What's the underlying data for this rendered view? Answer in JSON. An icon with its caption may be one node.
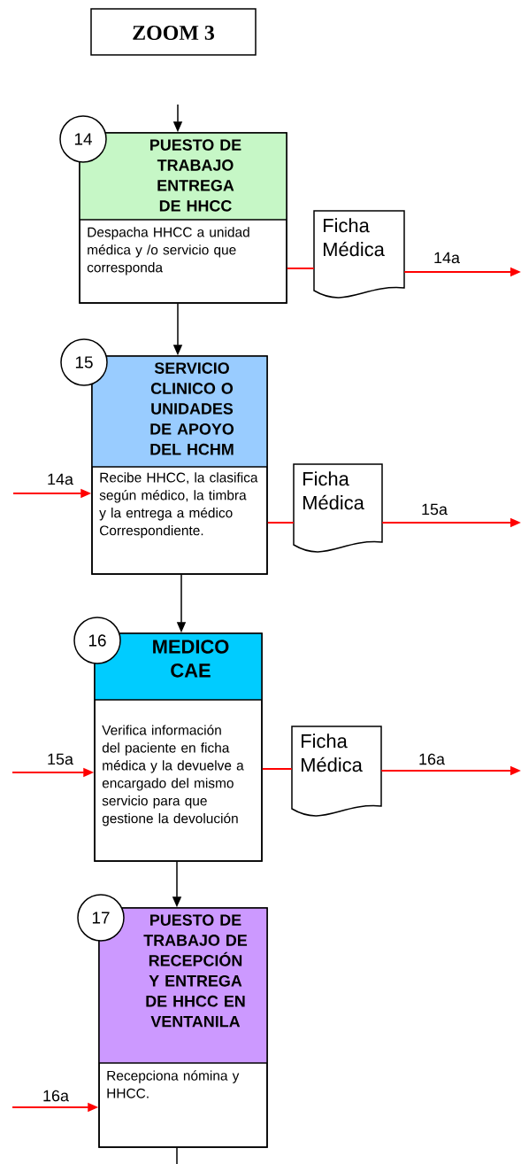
{
  "diagram": {
    "title": "ZOOM 3",
    "nodes": [
      {
        "text": [
          "14"
        ]
      },
      {
        "text": [
          "PUESTO DE TRABAJO ENTREGA DE HHCC",
          "Despacha HHCC a unidad médica y /o servicio que corresponda"
        ]
      },
      {
        "text": [
          "Ficha Médica"
        ]
      },
      {
        "text": [
          "15"
        ]
      },
      {
        "text": [
          "SERVICIO CLINICO O UNIDADES DE APOYO DEL HCHM",
          "Recibe HHCC, la clasifica según médico, la timbra y la entrega a médico Correspondiente."
        ]
      },
      {
        "text": [
          "Ficha Médica"
        ]
      },
      {
        "text": [
          "16"
        ]
      },
      {
        "text": [
          "MEDICO CAE",
          "Verifica información del paciente en ficha médica y la devuelve a encargado del mismo servicio para que gestione la devolución"
        ]
      },
      {
        "text": [
          "Ficha Médica"
        ]
      },
      {
        "text": [
          "17"
        ]
      },
      {
        "text": [
          "PUESTO DE TRABAJO DE RECEPCIÓN Y ENTREGA DE HHCC EN VENTANILA",
          "Recepciona nómina y HHCC."
        ]
      }
    ],
    "edges": [
      {
        "from": null,
        "to": 1,
        "arrow": "to",
        "color": "#000000"
      },
      {
        "from": 1,
        "to": 2,
        "arrow": "none"
      },
      {
        "from": 2,
        "to": null,
        "arrow": "to",
        "label": "14a"
      },
      {
        "from": 1,
        "to": 4,
        "arrow": "to",
        "color": "#000000"
      },
      {
        "from": null,
        "to": 4,
        "arrow": "to",
        "label": "14a"
      },
      {
        "from": 4,
        "to": 5,
        "arrow": "none"
      },
      {
        "from": 5,
        "to": null,
        "arrow": "to",
        "label": "15a"
      },
      {
        "from": 4,
        "to": 7,
        "arrow": "to",
        "color": "#000000"
      },
      {
        "from": null,
        "to": 7,
        "arrow": "to",
        "label": "15a"
      },
      {
        "from": 7,
        "to": 8,
        "arrow": "none"
      },
      {
        "from": 8,
        "to": null,
        "arrow": "to",
        "label": "16a"
      },
      {
        "from": 7,
        "to": 10,
        "arrow": "to",
        "color": "#000000"
      },
      {
        "from": null,
        "to": 10,
        "arrow": "to",
        "label": "16a"
      },
      {
        "from": 10,
        "to": null,
        "arrow": "none",
        "color": "#000000"
      }
    ]
  }
}
